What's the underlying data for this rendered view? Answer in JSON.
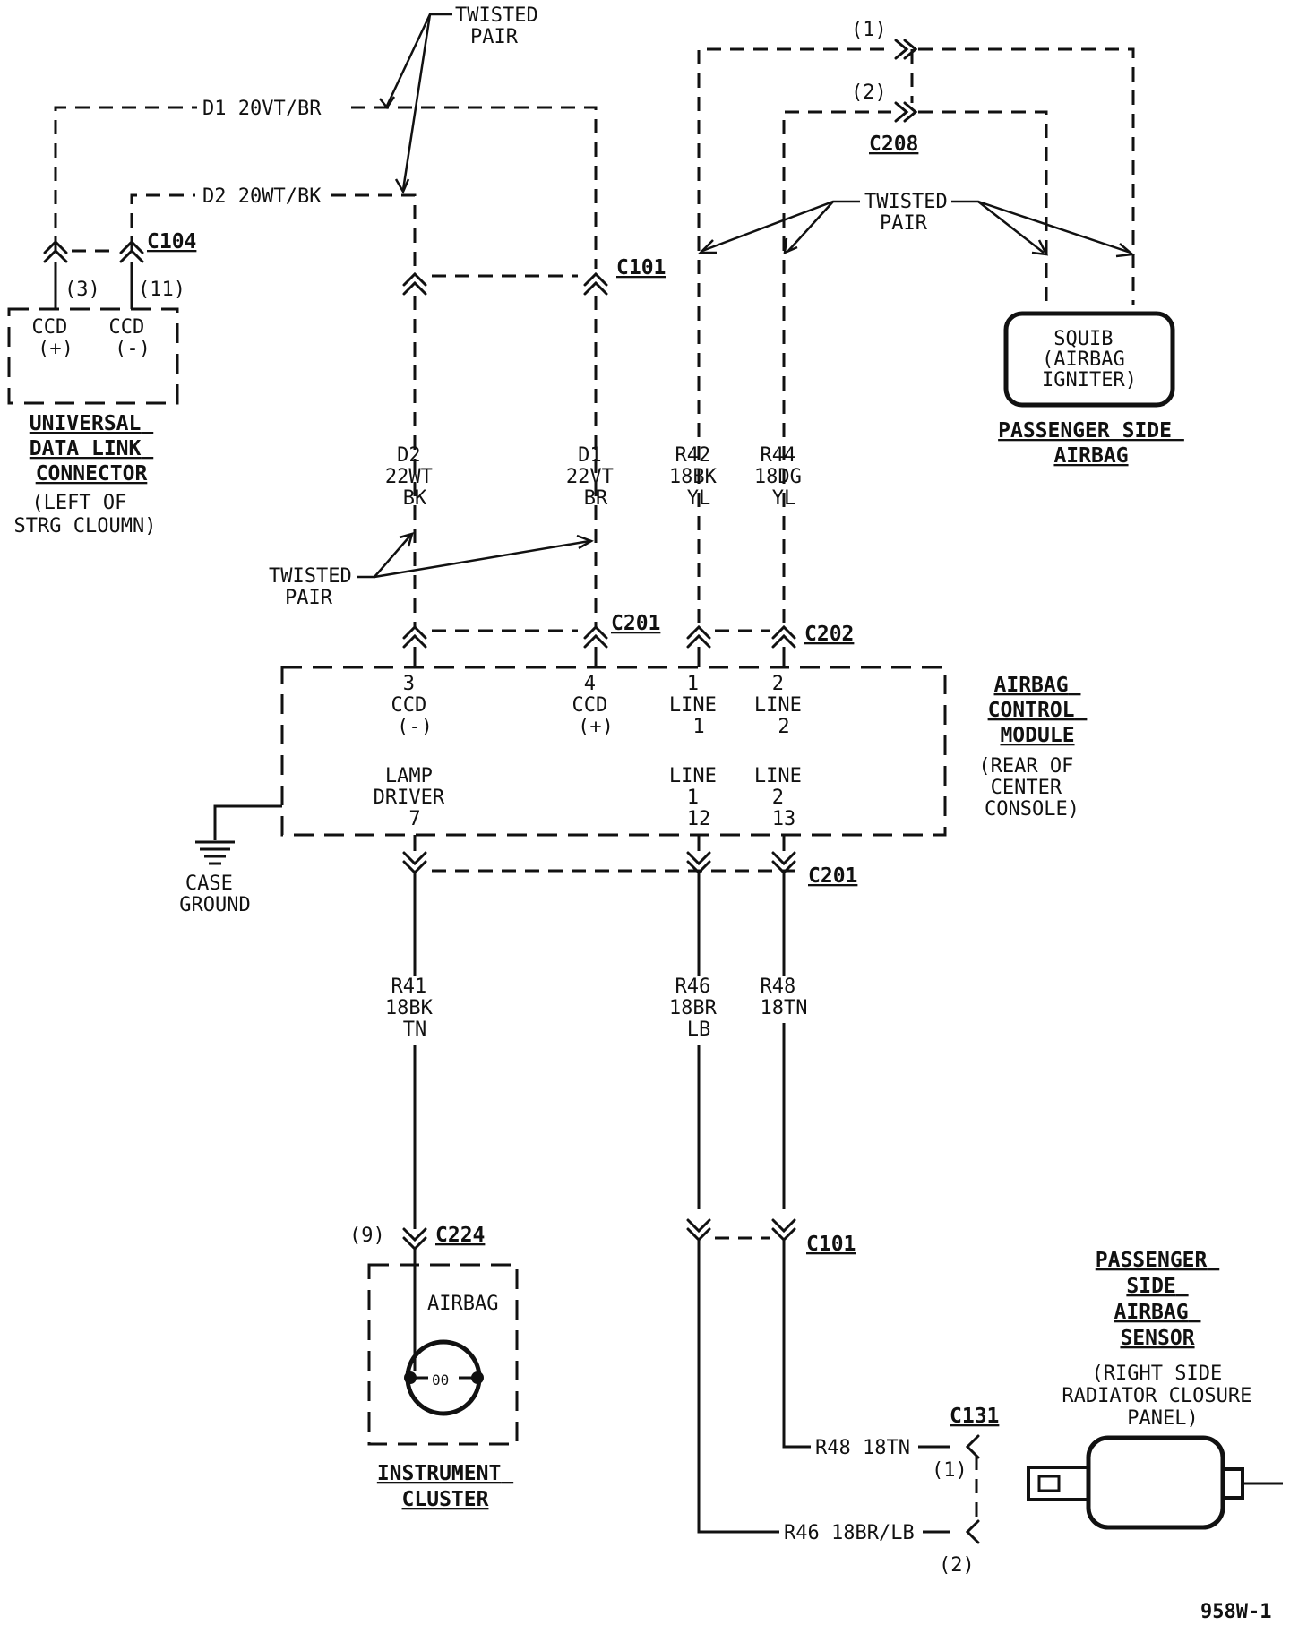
{
  "twisted_pair_label": [
    "TWISTED",
    "PAIR"
  ],
  "wires": {
    "d1_top": "D1 20VT/BR",
    "d2_top": "D2 20WT/BK",
    "d2": [
      "D2",
      "22WT",
      "BK"
    ],
    "d1": [
      "D1",
      "22VT",
      "BR"
    ],
    "r42": [
      "R42",
      "18BK",
      "YL"
    ],
    "r44": [
      "R44",
      "18DG",
      "YL"
    ],
    "r41": [
      "R41",
      "18BK",
      "TN"
    ],
    "r46": [
      "R46",
      "18BR",
      "LB"
    ],
    "r48": [
      "R48",
      "18TN"
    ],
    "r48_h": "R48 18TN",
    "r46_h": "R46 18BR/LB"
  },
  "connectors": {
    "c104": "C104",
    "c101_top": "C101",
    "c208": "C208",
    "c201_top": "C201",
    "c202": "C202",
    "c201_bottom": "C201",
    "c224": "C224",
    "c101_bottom": "C101",
    "c131": "C131"
  },
  "pins": {
    "c104_3": "(3)",
    "c104_11": "(11)",
    "c208_1": "(1)",
    "c208_2": "(2)",
    "c224_9": "(9)",
    "c131_1": "(1)",
    "c131_2": "(2)"
  },
  "udlc": {
    "ccd_plus": [
      "CCD",
      "(+)"
    ],
    "ccd_minus": [
      "CCD",
      "(-)"
    ],
    "title": [
      "UNIVERSAL",
      "DATA LINK",
      "CONNECTOR"
    ],
    "location": [
      "(LEFT OF",
      "STRG CLOUMN)"
    ]
  },
  "squib": {
    "label": [
      "SQUIB",
      "(AIRBAG",
      "IGNITER)"
    ],
    "title": [
      "PASSENGER SIDE",
      "AIRBAG"
    ]
  },
  "module": {
    "pin3": [
      "3",
      "CCD",
      "(-)"
    ],
    "pin4": [
      "4",
      "CCD",
      "(+)"
    ],
    "pin1": [
      "1",
      "LINE",
      "1"
    ],
    "pin2": [
      "2",
      "LINE",
      "2"
    ],
    "lamp": [
      "LAMP",
      "DRIVER",
      "7"
    ],
    "pin12": [
      "LINE",
      "1",
      "12"
    ],
    "pin13": [
      "LINE",
      "2",
      "13"
    ],
    "title": [
      "AIRBAG",
      "CONTROL",
      "MODULE"
    ],
    "location": [
      "(REAR OF",
      "CENTER",
      "CONSOLE)"
    ]
  },
  "ground": [
    "CASE",
    "GROUND"
  ],
  "cluster": {
    "lamp_label": "AIRBAG",
    "lamp_inner": "00",
    "title": [
      "INSTRUMENT",
      "CLUSTER"
    ]
  },
  "sensor": {
    "title": [
      "PASSENGER",
      "SIDE",
      "AIRBAG",
      "SENSOR"
    ],
    "location": [
      "(RIGHT SIDE",
      "RADIATOR CLOSURE",
      "PANEL)"
    ]
  },
  "figure_id": "958W-1"
}
